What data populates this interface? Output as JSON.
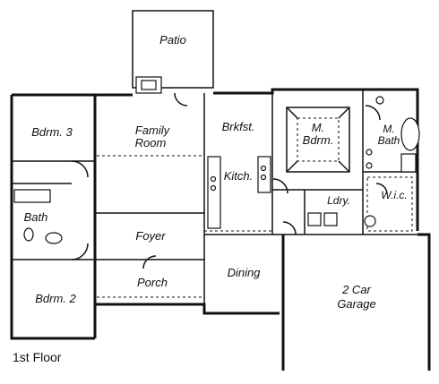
{
  "rooms": {
    "patio": "Patio",
    "bdrm3": "Bdrm. 3",
    "family_line1": "Family",
    "family_line2": "Room",
    "brkfst": "Brkfst.",
    "mbdrm_line1": "M.",
    "mbdrm_line2": "Bdrm.",
    "mbath_line1": "M.",
    "mbath_line2": "Bath",
    "kitch": "Kitch.",
    "ldry": "Ldry.",
    "wic": "W.i.c.",
    "bath": "Bath",
    "foyer": "Foyer",
    "dining": "Dining",
    "porch": "Porch",
    "garage_line1": "2 Car",
    "garage_line2": "Garage",
    "bdrm2": "Bdrm. 2"
  },
  "floor_label": "1st Floor"
}
